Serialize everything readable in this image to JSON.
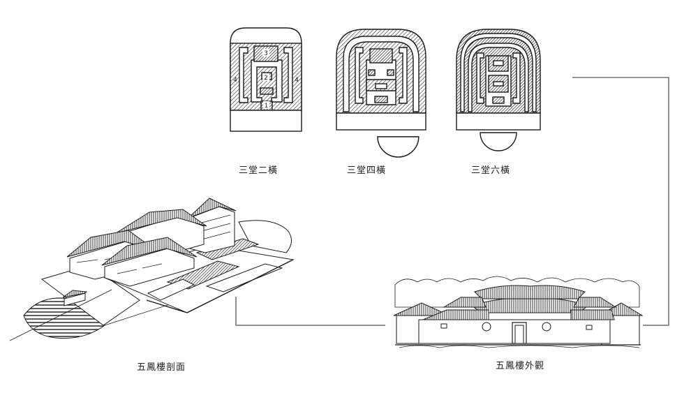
{
  "captions": {
    "plan_a": "三堂二橫",
    "plan_b": "三堂四橫",
    "plan_c": "三堂六橫",
    "section": "五鳳樓剖面",
    "exterior": "五鳳樓外觀"
  },
  "plan_a_numbers": [
    "3",
    "2",
    "1",
    "4",
    "4"
  ],
  "colors": {
    "ink": "#1a1a1a",
    "connector": "#555555",
    "paper": "#ffffff"
  }
}
